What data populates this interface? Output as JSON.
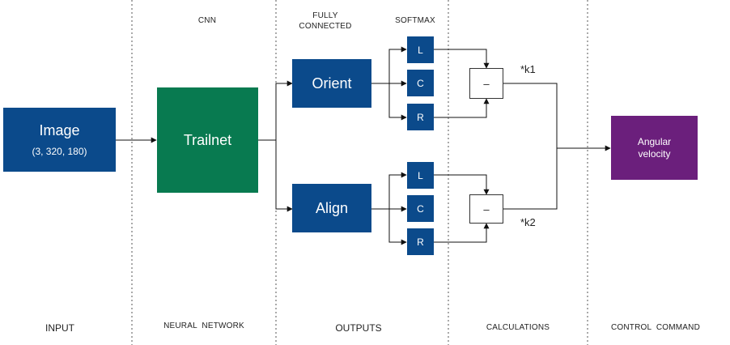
{
  "headers": {
    "cnn": "CNN",
    "fully_connected": "FULLY\nCONNECTED",
    "softmax": "SOFTMAX"
  },
  "sections": {
    "input": "INPUT",
    "neural_network": "NEURAL  NETWORK",
    "outputs": "OUTPUTS",
    "calculations": "CALCULATIONS",
    "control_command": "CONTROL  COMMAND"
  },
  "nodes": {
    "image_title": "Image",
    "image_shape": "(3, 320, 180)",
    "trailnet": "Trailnet",
    "orient": "Orient",
    "align": "Align",
    "orient_softmax": [
      "L",
      "C",
      "R"
    ],
    "align_softmax": [
      "L",
      "C",
      "R"
    ],
    "minus_top": "–",
    "minus_bottom": "–",
    "k1": "*k1",
    "k2": "*k2",
    "output": "Angular\nvelocity"
  },
  "colors": {
    "blue": "#0b4a8b",
    "green": "#087a50",
    "purple": "#6b1f7c"
  }
}
